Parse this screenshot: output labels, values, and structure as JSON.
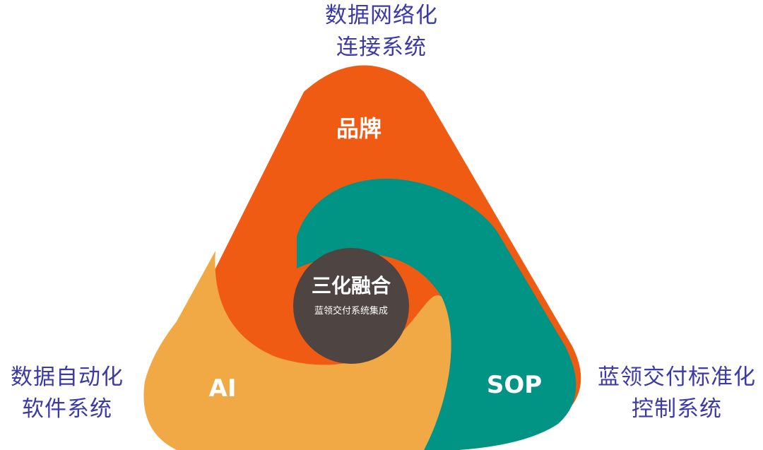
{
  "diagram": {
    "center": {
      "title": "三化融合",
      "subtitle": "蓝领交付系统集成"
    },
    "segments": {
      "brand": {
        "label": "品牌",
        "color": "#f05b13"
      },
      "ai": {
        "label": "AI",
        "color": "#f0a945"
      },
      "sop": {
        "label": "SOP",
        "color": "#019485"
      }
    },
    "center_color": "#4e4542",
    "outer_labels": {
      "top": [
        "数据网络化",
        "连接系统"
      ],
      "left": [
        "数据自动化",
        "软件系统"
      ],
      "right": [
        "蓝领交付标准化",
        "控制系统"
      ]
    },
    "label_color": "#3b3aa8"
  }
}
